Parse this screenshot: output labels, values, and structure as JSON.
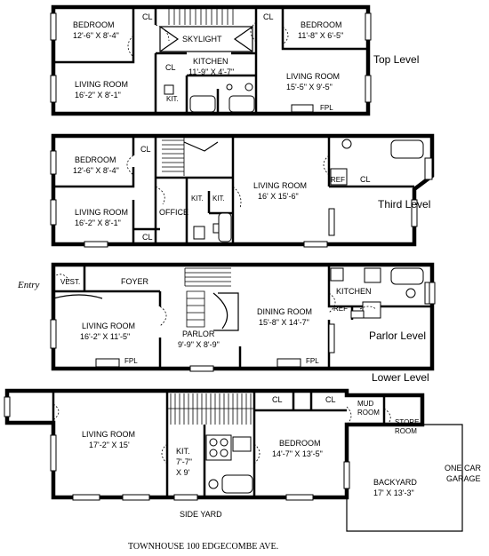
{
  "caption": "TOWNHOUSE 100 EDGECOMBE AVE.",
  "entry_label": "Entry",
  "levels": {
    "top": "Top Level",
    "third": "Third Level",
    "parlor": "Parlor Level",
    "lower": "Lower Level"
  },
  "top": {
    "bedroom1": {
      "name": "BEDROOM",
      "dim": "12'-6\" X 8'-4\""
    },
    "bedroom2": {
      "name": "BEDROOM",
      "dim": "11'-8\" X 6'-5\""
    },
    "skylight": "SKYLIGHT",
    "kitchen": {
      "name": "KITCHEN",
      "dim": "11'-9\" X 4'-7\""
    },
    "living1": {
      "name": "LIVING ROOM",
      "dim": "16'-2\" X 8'-1\""
    },
    "living2": {
      "name": "LIVING ROOM",
      "dim": "15'-5\" X 9'-5\""
    },
    "cl1": "CL",
    "cl2": "CL",
    "cl3": "CL",
    "kit": "KIT.",
    "fpl": "FPL"
  },
  "third": {
    "bedroom": {
      "name": "BEDROOM",
      "dim": "12'-6\" X 8'-4\""
    },
    "living1": {
      "name": "LIVING ROOM",
      "dim": "16'-2\" X 8'-1\""
    },
    "living2": {
      "name": "LIVING ROOM",
      "dim": "16' X 15'-6\""
    },
    "office": "OFFICE",
    "kit1": "KIT.",
    "kit2": "KIT.",
    "cl1": "CL",
    "cl2": "CL",
    "cl3": "CL",
    "ref": "REF"
  },
  "parlor": {
    "vest": "VEST.",
    "foyer": "FOYER",
    "kitchen": "KITCHEN",
    "ref": "REF",
    "living": {
      "name": "LIVING ROOM",
      "dim": "16'-2\" X 11'-5\""
    },
    "parlor": {
      "name": "PARLOR",
      "dim": "9'-9\" X 8'-9\""
    },
    "dining": {
      "name": "DINING ROOM",
      "dim": "15'-8\" X 14'-7\""
    },
    "fpl1": "FPL",
    "fpl2": "FPL"
  },
  "lower": {
    "living": {
      "name": "LIVING ROOM",
      "dim": "17'-2\" X 15'"
    },
    "kit": {
      "name": "KIT.",
      "dim1": "7'-7\"",
      "dim2": "X 9'"
    },
    "bedroom": {
      "name": "BEDROOM",
      "dim": "14'-7\" X 13'-5\""
    },
    "cl1": "CL",
    "cl2": "CL",
    "mud1": "MUD",
    "mud2": "ROOM",
    "store1": "STORE",
    "store2": "ROOM",
    "backyard": {
      "name": "BACKYARD",
      "dim": "17' X 13'-3\""
    },
    "garage1": "ONE CAR",
    "garage2": "GARAGE",
    "sideyard": "SIDE YARD"
  }
}
